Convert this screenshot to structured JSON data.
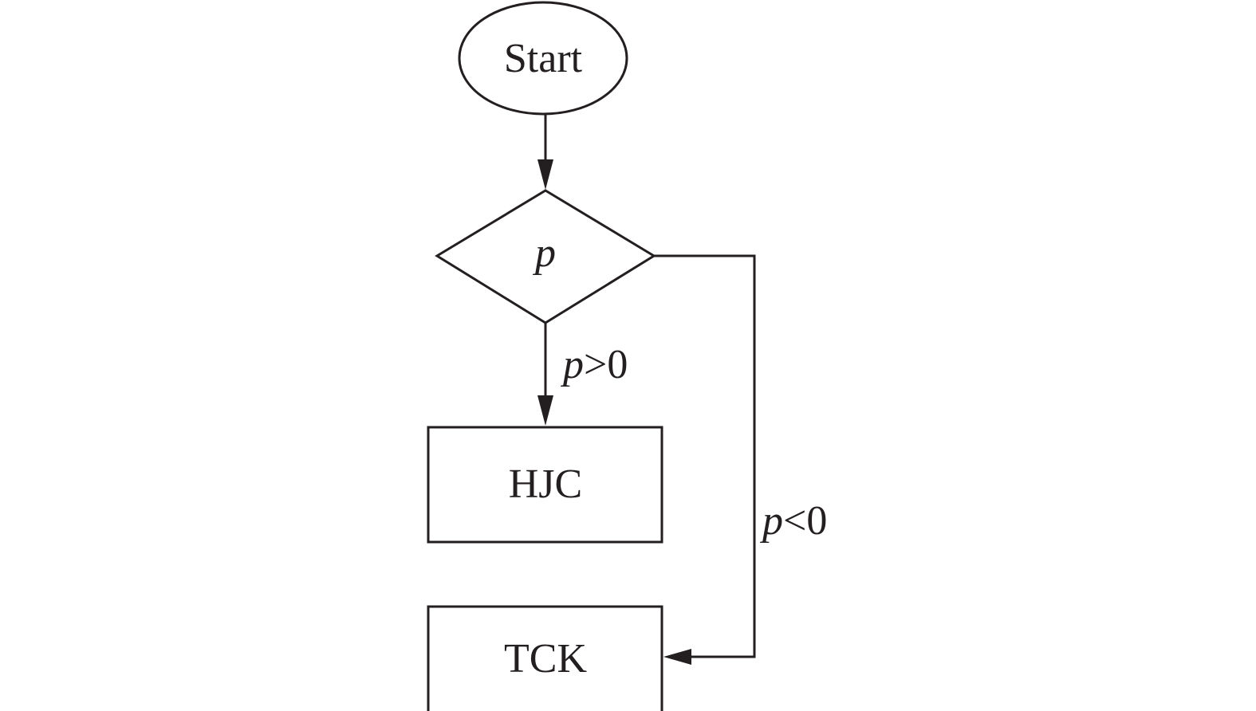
{
  "diagram": {
    "type": "flowchart",
    "nodes": {
      "start": {
        "label": "Start",
        "shape": "ellipse"
      },
      "decision": {
        "label": "p",
        "shape": "diamond"
      },
      "hjc": {
        "label": "HJC",
        "shape": "rectangle"
      },
      "tck": {
        "label": "TCK",
        "shape": "rectangle"
      }
    },
    "edges": {
      "start_to_decision": {
        "from": "start",
        "to": "decision",
        "label": ""
      },
      "decision_to_hjc": {
        "from": "decision",
        "to": "hjc",
        "label_var": "p",
        "label_op": ">0",
        "label": "p>0"
      },
      "decision_to_tck": {
        "from": "decision",
        "to": "tck",
        "label_var": "p",
        "label_op": "<0",
        "label": "p<0"
      }
    },
    "colors": {
      "stroke": "#231f20",
      "background": "#ffffff"
    }
  }
}
